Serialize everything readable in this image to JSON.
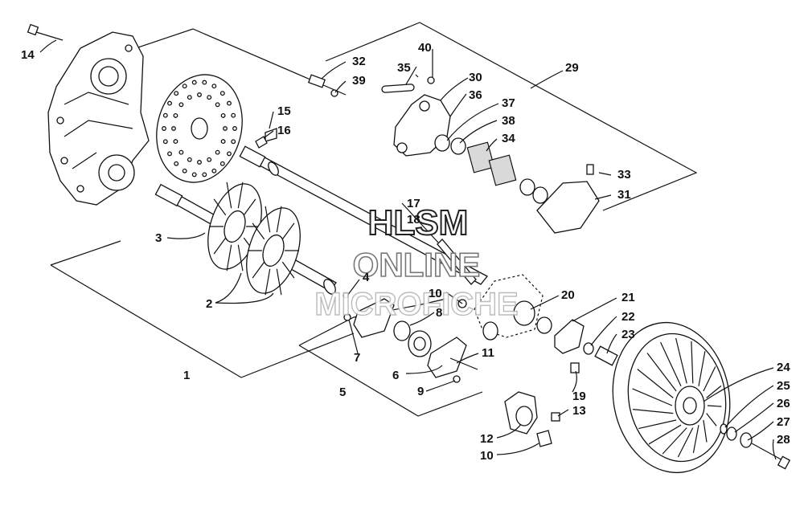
{
  "diagram": {
    "callouts": [
      {
        "id": "c14",
        "text": "14"
      },
      {
        "id": "c40",
        "text": "40"
      },
      {
        "id": "c32",
        "text": "32"
      },
      {
        "id": "c35",
        "text": "35"
      },
      {
        "id": "c39",
        "text": "39"
      },
      {
        "id": "c30",
        "text": "30"
      },
      {
        "id": "c36",
        "text": "36"
      },
      {
        "id": "c29",
        "text": "29"
      },
      {
        "id": "c15",
        "text": "15"
      },
      {
        "id": "c16",
        "text": "16"
      },
      {
        "id": "c37",
        "text": "37"
      },
      {
        "id": "c38",
        "text": "38"
      },
      {
        "id": "c34",
        "text": "34"
      },
      {
        "id": "c33",
        "text": "33"
      },
      {
        "id": "c31",
        "text": "31"
      },
      {
        "id": "c17",
        "text": "17"
      },
      {
        "id": "c18",
        "text": "18"
      },
      {
        "id": "c3",
        "text": "3"
      },
      {
        "id": "c4",
        "text": "4"
      },
      {
        "id": "c2",
        "text": "2"
      },
      {
        "id": "c10a",
        "text": "10"
      },
      {
        "id": "c8",
        "text": "8"
      },
      {
        "id": "c20",
        "text": "20"
      },
      {
        "id": "c21",
        "text": "21"
      },
      {
        "id": "c22",
        "text": "22"
      },
      {
        "id": "c23",
        "text": "23"
      },
      {
        "id": "c7",
        "text": "7"
      },
      {
        "id": "c11",
        "text": "11"
      },
      {
        "id": "c6",
        "text": "6"
      },
      {
        "id": "c1",
        "text": "1"
      },
      {
        "id": "c5",
        "text": "5"
      },
      {
        "id": "c9",
        "text": "9"
      },
      {
        "id": "c19",
        "text": "19"
      },
      {
        "id": "c13",
        "text": "13"
      },
      {
        "id": "c12",
        "text": "12"
      },
      {
        "id": "c10b",
        "text": "10"
      },
      {
        "id": "c24",
        "text": "24"
      },
      {
        "id": "c25",
        "text": "25"
      },
      {
        "id": "c26",
        "text": "26"
      },
      {
        "id": "c27",
        "text": "27"
      },
      {
        "id": "c28",
        "text": "28"
      }
    ],
    "watermark": {
      "line1": "HLSM",
      "line2": "ONLINE",
      "line3": "MICROFICHE"
    }
  }
}
